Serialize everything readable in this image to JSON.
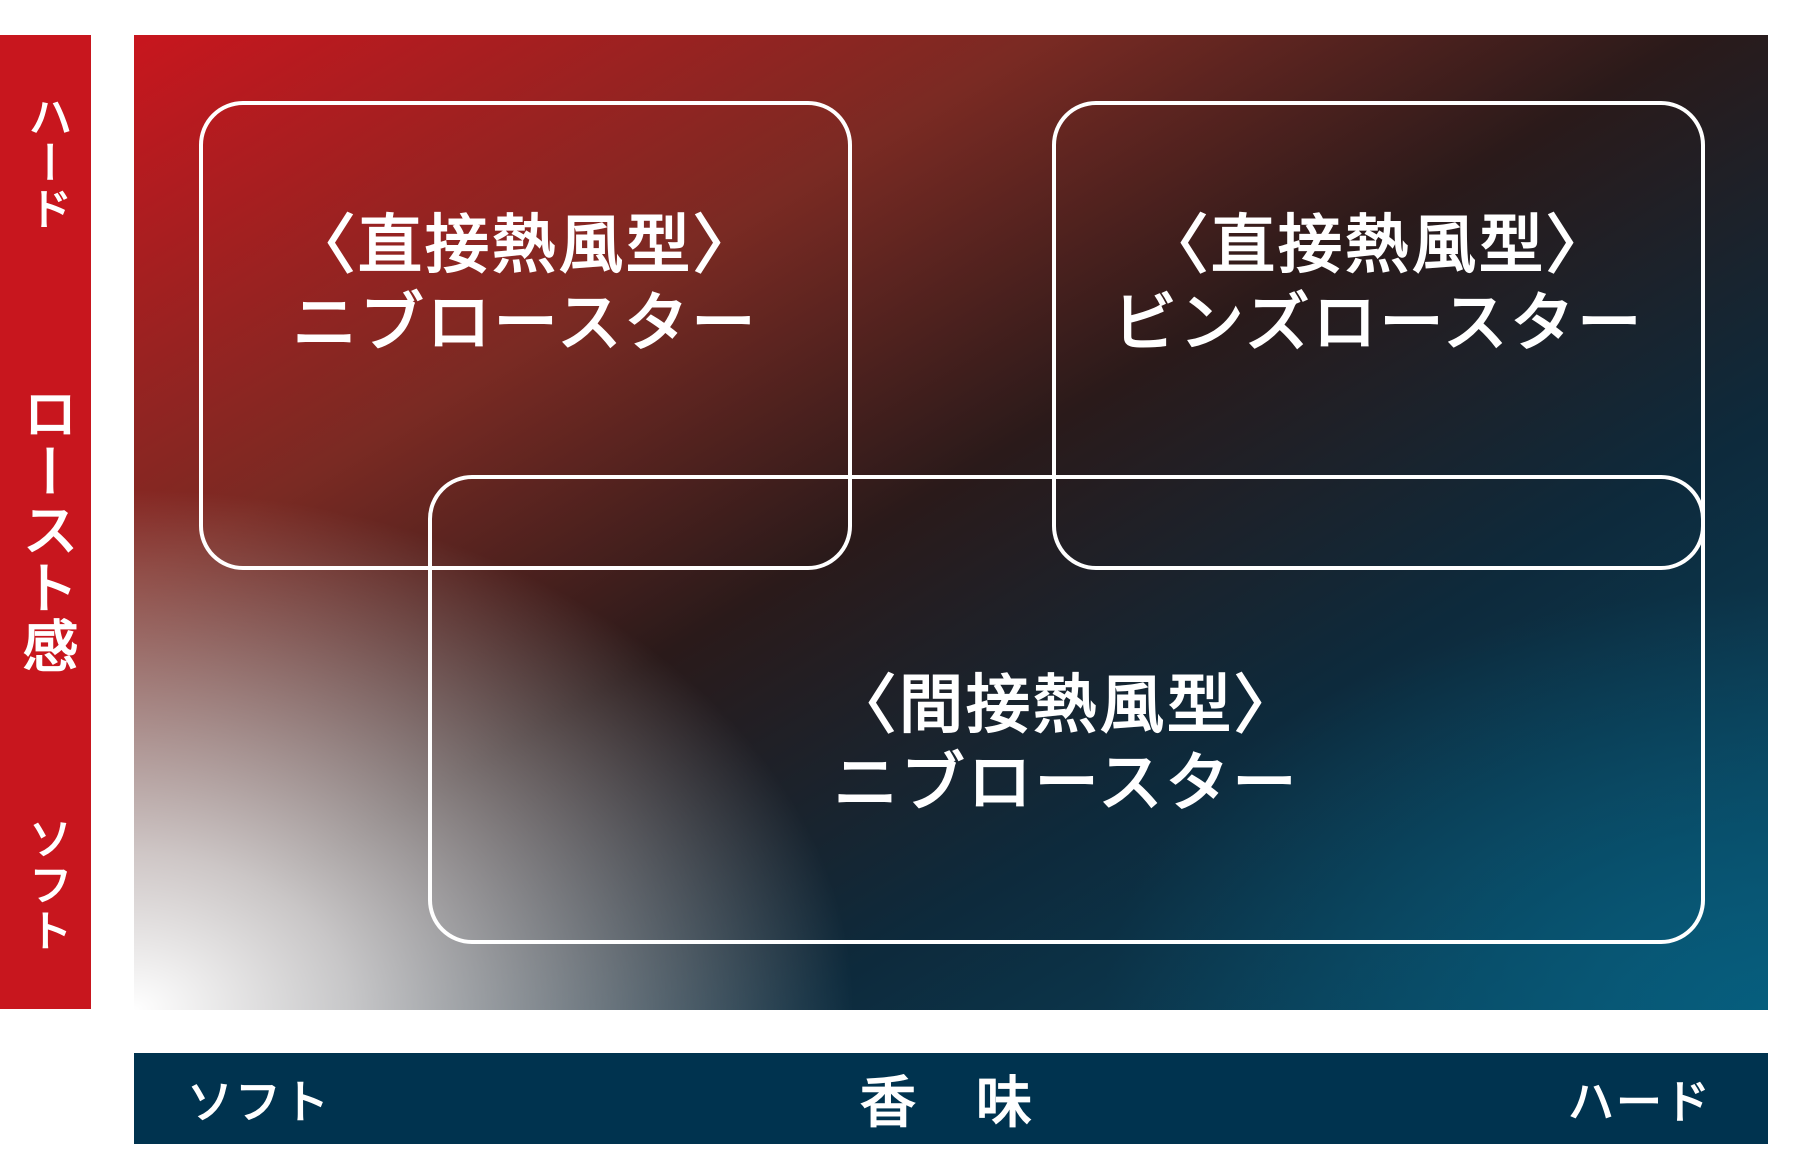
{
  "y_axis": {
    "high_label": "ハード",
    "title": "ロースト感",
    "low_label": "ソフト",
    "color": "#c8161e"
  },
  "x_axis": {
    "low_label": "ソフト",
    "title": "香味",
    "high_label": "ハード",
    "color": "#00334f"
  },
  "zones": [
    {
      "line1": "〈直接熱風型〉",
      "line2": "ニブロースター"
    },
    {
      "line1": "〈直接熱風型〉",
      "line2": "ビンズロースター"
    },
    {
      "line1": "〈間接熱風型〉",
      "line2": "ニブロースター"
    }
  ]
}
